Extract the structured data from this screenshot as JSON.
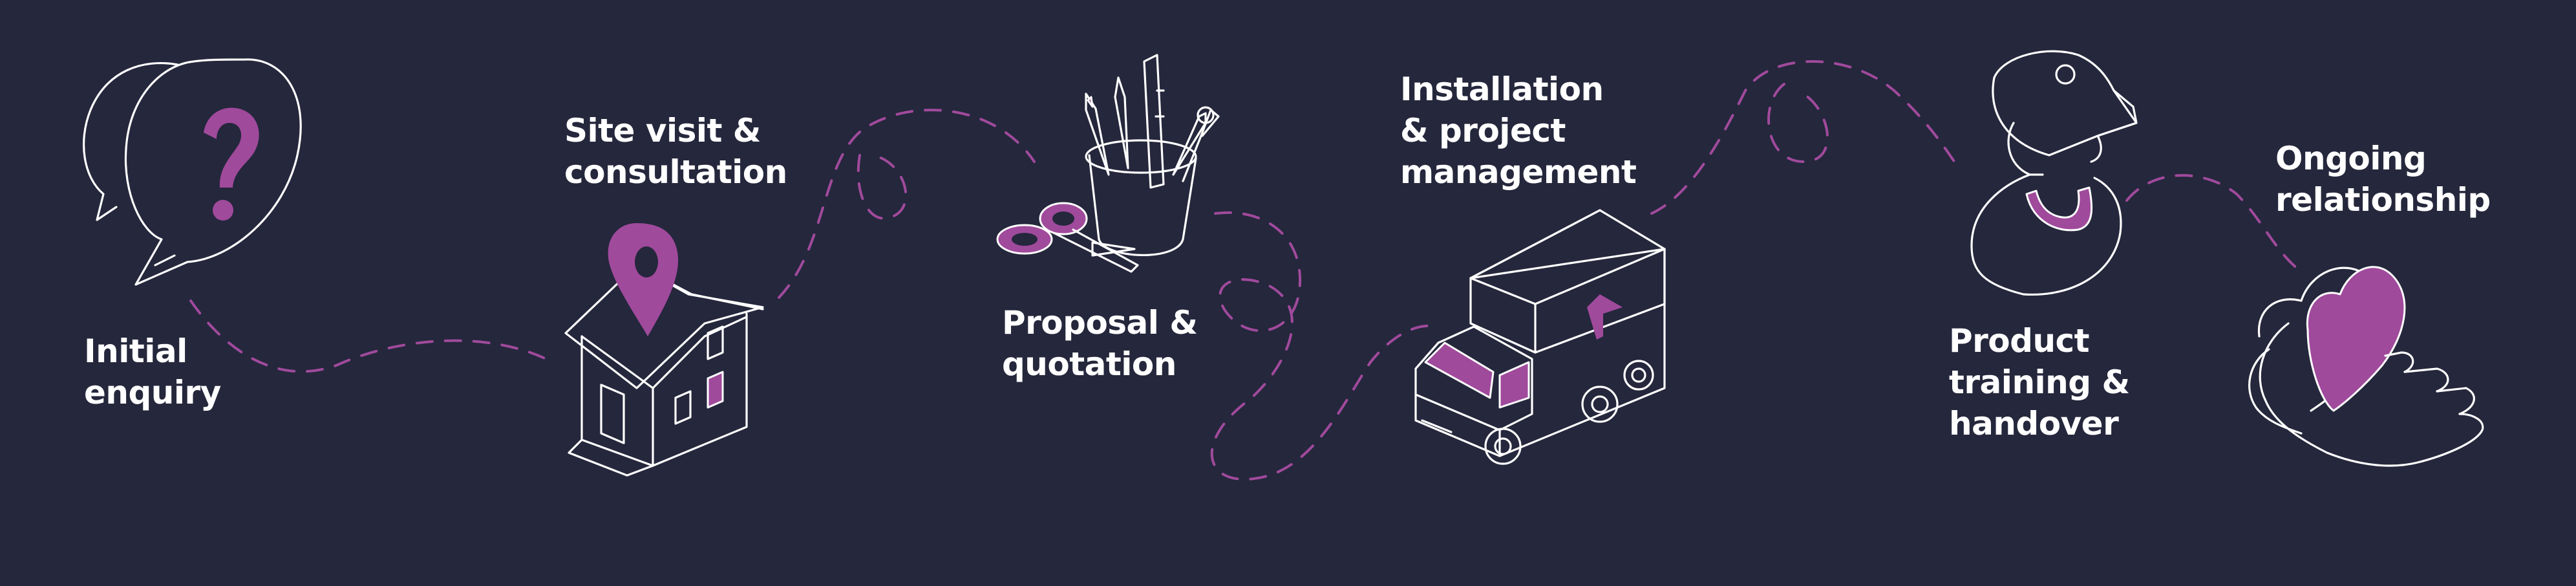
{
  "colors": {
    "background": "#25273c",
    "accent": "#a04a9c",
    "line": "#ffffff"
  },
  "steps": [
    {
      "icon": "question-speech-bubble-icon",
      "lines": [
        "Initial",
        "enquiry"
      ]
    },
    {
      "icon": "house-location-pin-icon",
      "lines": [
        "Site visit &",
        "consultation"
      ]
    },
    {
      "icon": "stationery-cup-icon",
      "lines": [
        "Proposal &",
        "quotation"
      ]
    },
    {
      "icon": "delivery-truck-icon",
      "lines": [
        "Installation",
        "& project",
        "management"
      ]
    },
    {
      "icon": "person-with-cap-icon",
      "lines": [
        "Product",
        "training &",
        "handover"
      ]
    },
    {
      "icon": "heart-in-hand-icon",
      "lines": [
        "Ongoing",
        "relationship"
      ]
    }
  ]
}
